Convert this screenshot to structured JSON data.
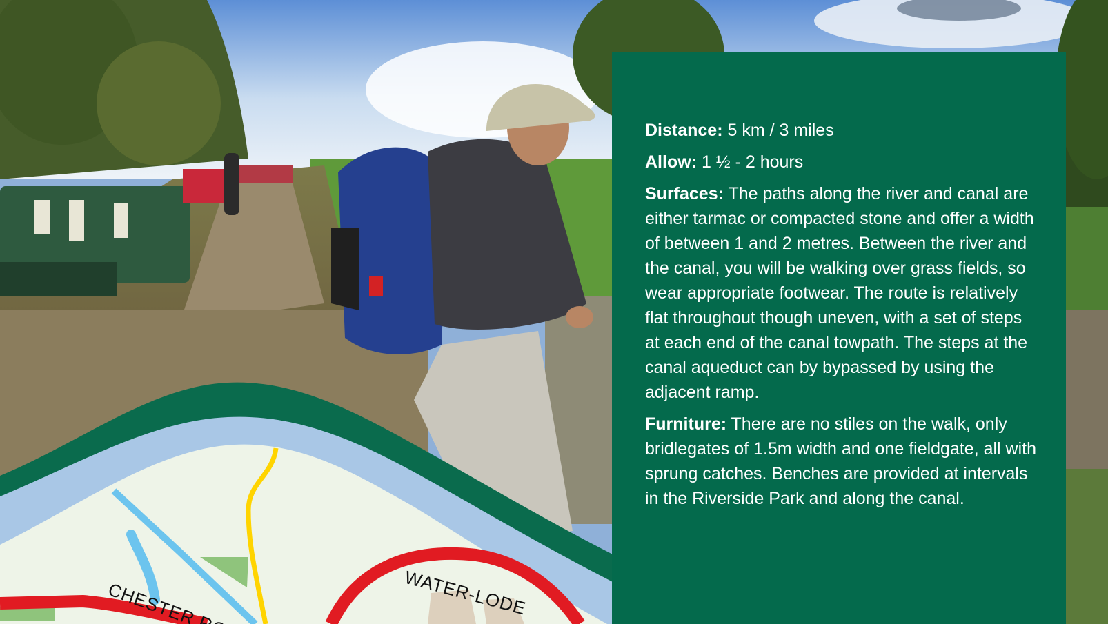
{
  "panel": {
    "distance": {
      "label": "Distance:",
      "text": " 5 km / 3 miles"
    },
    "allow": {
      "label": "Allow:",
      "text": " 1 ½ - 2 hours"
    },
    "surfaces": {
      "label": "Surfaces:",
      "text": " The paths along the river and canal are either tarmac or compacted stone and offer a width of between 1 and 2 metres.  Between the river and the canal, you will be walking over grass fields, so wear appropriate footwear.  The route is relatively flat throughout though uneven, with a set of steps at each end of the canal towpath.  The steps at the canal aqueduct can by bypassed by using the adjacent ramp."
    },
    "furniture": {
      "label": "Furniture:",
      "text": " There are no stiles on the walk, only bridlegates of 1.5m width and one fieldgate, all with sprung catches.  Benches are provided at intervals in the Riverside Park and along the canal."
    }
  },
  "map": {
    "road_1": "CHESTER RO",
    "road_2": "WATER-LODE"
  },
  "colors": {
    "panel_green": "#046a4c",
    "map_band_green": "#0a6b4d",
    "map_river": "#a9c7e6",
    "map_land": "#eef4e8",
    "road_red": "#e11b22",
    "path_yellow": "#ffd400"
  }
}
